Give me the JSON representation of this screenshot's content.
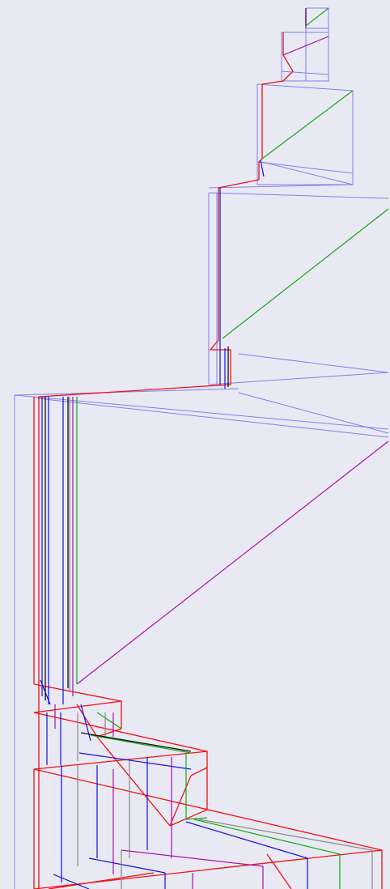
{
  "canvas": {
    "background": "#e9e9f4"
  },
  "palette": {
    "frame": "#8080ee",
    "red": "#ee1111",
    "blue": "#1111dd",
    "green": "#11aa11",
    "purple": "#aa11aa",
    "gray": "#888888",
    "black": "#111111"
  },
  "drawing": {
    "line_groups": [
      "frame",
      "red",
      "blue",
      "green",
      "purple",
      "gray",
      "black"
    ]
  }
}
